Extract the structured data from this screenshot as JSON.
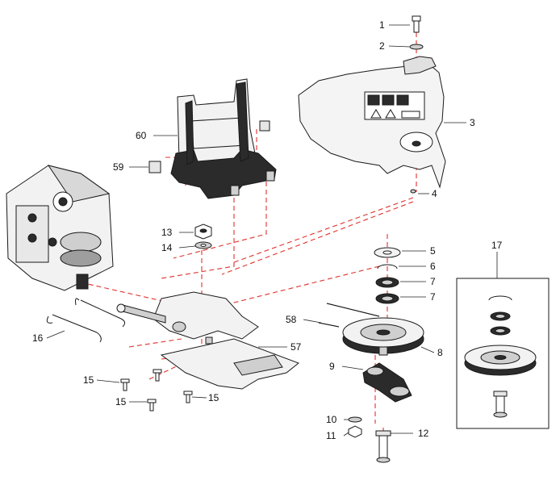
{
  "diagram": {
    "callouts": [
      {
        "id": "c1",
        "text": "1"
      },
      {
        "id": "c2",
        "text": "2"
      },
      {
        "id": "c3",
        "text": "3"
      },
      {
        "id": "c4",
        "text": "4"
      },
      {
        "id": "c5",
        "text": "5"
      },
      {
        "id": "c6",
        "text": "6"
      },
      {
        "id": "c7a",
        "text": "7"
      },
      {
        "id": "c7b",
        "text": "7"
      },
      {
        "id": "c8",
        "text": "8"
      },
      {
        "id": "c9",
        "text": "9"
      },
      {
        "id": "c10",
        "text": "10"
      },
      {
        "id": "c11",
        "text": "11"
      },
      {
        "id": "c12",
        "text": "12"
      },
      {
        "id": "c13",
        "text": "13"
      },
      {
        "id": "c14",
        "text": "14"
      },
      {
        "id": "c15a",
        "text": "15"
      },
      {
        "id": "c15b",
        "text": "15"
      },
      {
        "id": "c15c",
        "text": "15"
      },
      {
        "id": "c16",
        "text": "16"
      },
      {
        "id": "c17",
        "text": "17"
      },
      {
        "id": "c57",
        "text": "57"
      },
      {
        "id": "c58",
        "text": "58"
      },
      {
        "id": "c59",
        "text": "59"
      },
      {
        "id": "c60",
        "text": "60"
      }
    ],
    "colors": {
      "line": "#1a1a1a",
      "dash": "#e0322c",
      "fill_dark": "#2b2b2b",
      "fill_light": "#f2f2f2",
      "fill_mid": "#cfcfcf"
    }
  }
}
